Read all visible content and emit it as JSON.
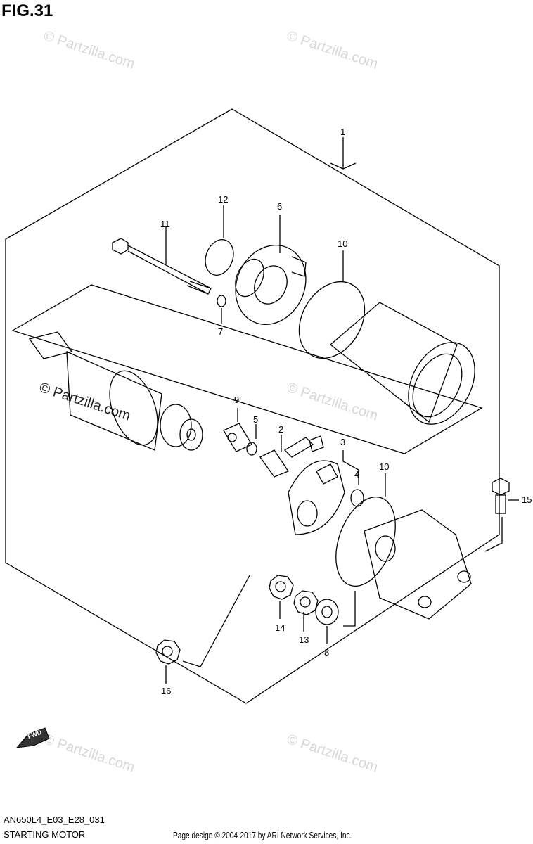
{
  "figure": {
    "title": "FIG.31"
  },
  "callouts": [
    {
      "id": "1",
      "text": "1"
    },
    {
      "id": "2",
      "text": "2"
    },
    {
      "id": "3",
      "text": "3"
    },
    {
      "id": "4",
      "text": "4"
    },
    {
      "id": "5",
      "text": "5"
    },
    {
      "id": "6",
      "text": "6"
    },
    {
      "id": "7",
      "text": "7"
    },
    {
      "id": "8",
      "text": "8"
    },
    {
      "id": "9",
      "text": "9"
    },
    {
      "id": "10a",
      "text": "10"
    },
    {
      "id": "10b",
      "text": "10"
    },
    {
      "id": "11",
      "text": "11"
    },
    {
      "id": "12",
      "text": "12"
    },
    {
      "id": "13",
      "text": "13"
    },
    {
      "id": "14",
      "text": "14"
    },
    {
      "id": "15",
      "text": "15"
    },
    {
      "id": "16",
      "text": "16"
    }
  ],
  "watermark": {
    "text": "© Partzilla.com"
  },
  "direction_label": "FWD",
  "footer": {
    "diagram_code": "AN650L4_E03_E28_031",
    "diagram_name": "STARTING MOTOR",
    "credit": "Page design © 2004-2017 by ARI Network Services, Inc."
  }
}
